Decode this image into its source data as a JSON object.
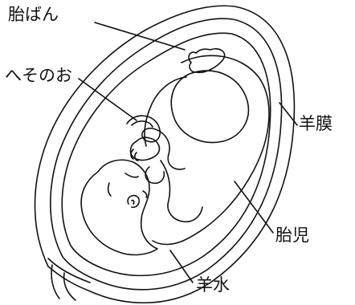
{
  "labels": {
    "placenta": "胎ばん",
    "umbilical_cord": "へそのお",
    "amnion": "羊膜",
    "fetus": "胎児",
    "amniotic_fluid": "羊水"
  },
  "colors": {
    "stroke": "#111111",
    "background": "#ffffff"
  }
}
